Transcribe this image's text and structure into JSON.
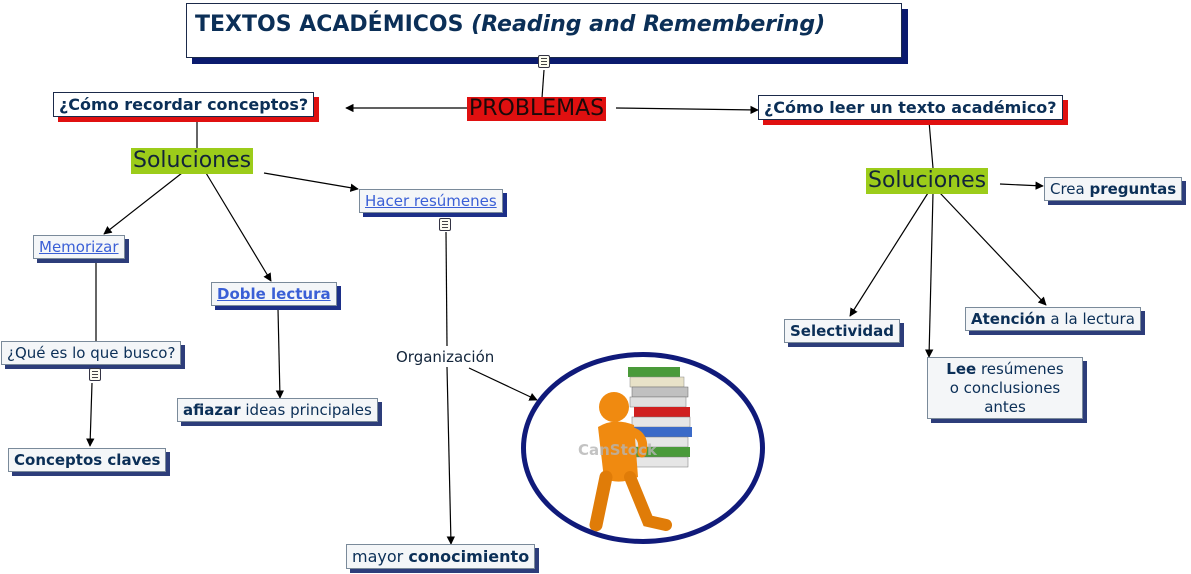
{
  "title": {
    "main": "TEXTOS ACADÉMICOS",
    "sub": "(Reading and Remembering)"
  },
  "problemas": "PROBLEMAS",
  "left": {
    "question": "¿Cómo recordar conceptos?",
    "soluciones": "Soluciones",
    "memorizar": "Memorizar",
    "doble_lectura": "Doble lectura",
    "hacer_resumenes": "Hacer resúmenes",
    "que_busco": "¿Qué es lo que busco?",
    "conceptos_claves": "Conceptos claves",
    "afiazar_bold": "afiazar",
    "afiazar_rest": " ideas principales",
    "organizacion": "Organización",
    "mayor_plain": "mayor ",
    "mayor_bold": "conocimiento",
    "watermark": "CanStock"
  },
  "right": {
    "question": "¿Cómo leer un texto académico?",
    "soluciones": "Soluciones",
    "crea_plain": "Crea ",
    "crea_bold": "preguntas",
    "selectividad": "Selectividad",
    "atencion_bold": "Atención",
    "atencion_rest": " a la lectura",
    "lee_bold": "Lee",
    "lee_line1_rest": " resúmenes",
    "lee_line2": "o conclusiones",
    "lee_line3": "antes"
  },
  "colors": {
    "accent_red": "#e01010",
    "solution_green": "#9ccc1a",
    "navy": "#0a1a6e",
    "link_blue": "#3a5fd6"
  }
}
